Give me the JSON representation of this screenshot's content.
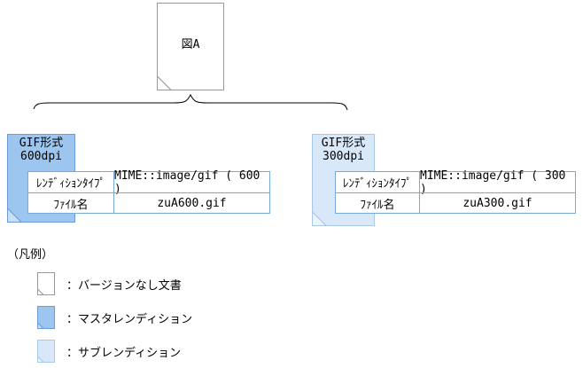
{
  "colors": {
    "master_fill": "#9CC6F0",
    "master_border": "#6B9DD4",
    "master_fold": "#C9DFF6",
    "sub_fill": "#D9E8F8",
    "sub_border": "#A9C8E8",
    "sub_fold": "#EBF3FB",
    "doc_fill": "#FFFFFF",
    "doc_border": "#999999",
    "doc_fold": "#FFFFFF",
    "table_border": "#77AAD8",
    "brace": "#000000"
  },
  "source_document": {
    "label": "図A"
  },
  "renditions": [
    {
      "kind": "master",
      "format_line1": "GIF形式",
      "format_line2": "600dpi",
      "type_label": "ﾚﾝﾃﾞｨｼｮﾝﾀｲﾌﾟ",
      "type_value": "MIME::image/gif ( 600 )",
      "file_label": "ﾌｧｲﾙ名",
      "file_value": "zuA600.gif"
    },
    {
      "kind": "sub",
      "format_line1": "GIF形式",
      "format_line2": "300dpi",
      "type_label": "ﾚﾝﾃﾞｨｼｮﾝﾀｲﾌﾟ",
      "type_value": "MIME::image/gif ( 300 )",
      "file_label": "ﾌｧｲﾙ名",
      "file_value": "zuA300.gif"
    }
  ],
  "legend": {
    "title": "（凡例）",
    "items": [
      {
        "label": "：バージョンなし文書"
      },
      {
        "label": "：マスタレンディション"
      },
      {
        "label": "：サブレンディション"
      }
    ]
  }
}
